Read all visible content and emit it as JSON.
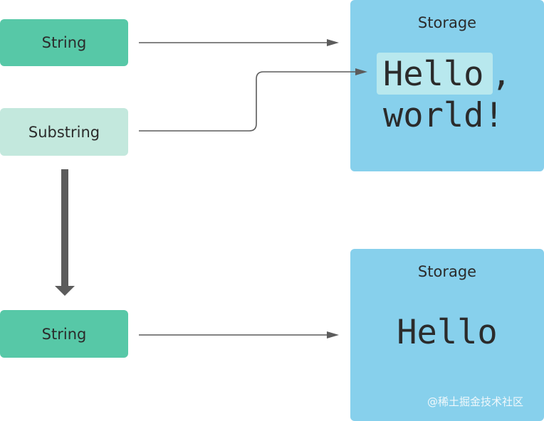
{
  "top": {
    "string_label": "String",
    "substring_label": "Substring",
    "storage": {
      "title": "Storage",
      "word1": "Hello",
      "comma": ",",
      "line2": "world!"
    }
  },
  "bottom": {
    "string_label": "String",
    "storage": {
      "title": "Storage",
      "text": "Hello"
    }
  },
  "watermark": "@稀土掘金技术社区",
  "colors": {
    "string_box": "#57c8a7",
    "substring_box": "#c3e8dd",
    "storage_box": "#87d0ec",
    "highlight": "#b8e8ee",
    "arrow": "#5c5c5c"
  }
}
